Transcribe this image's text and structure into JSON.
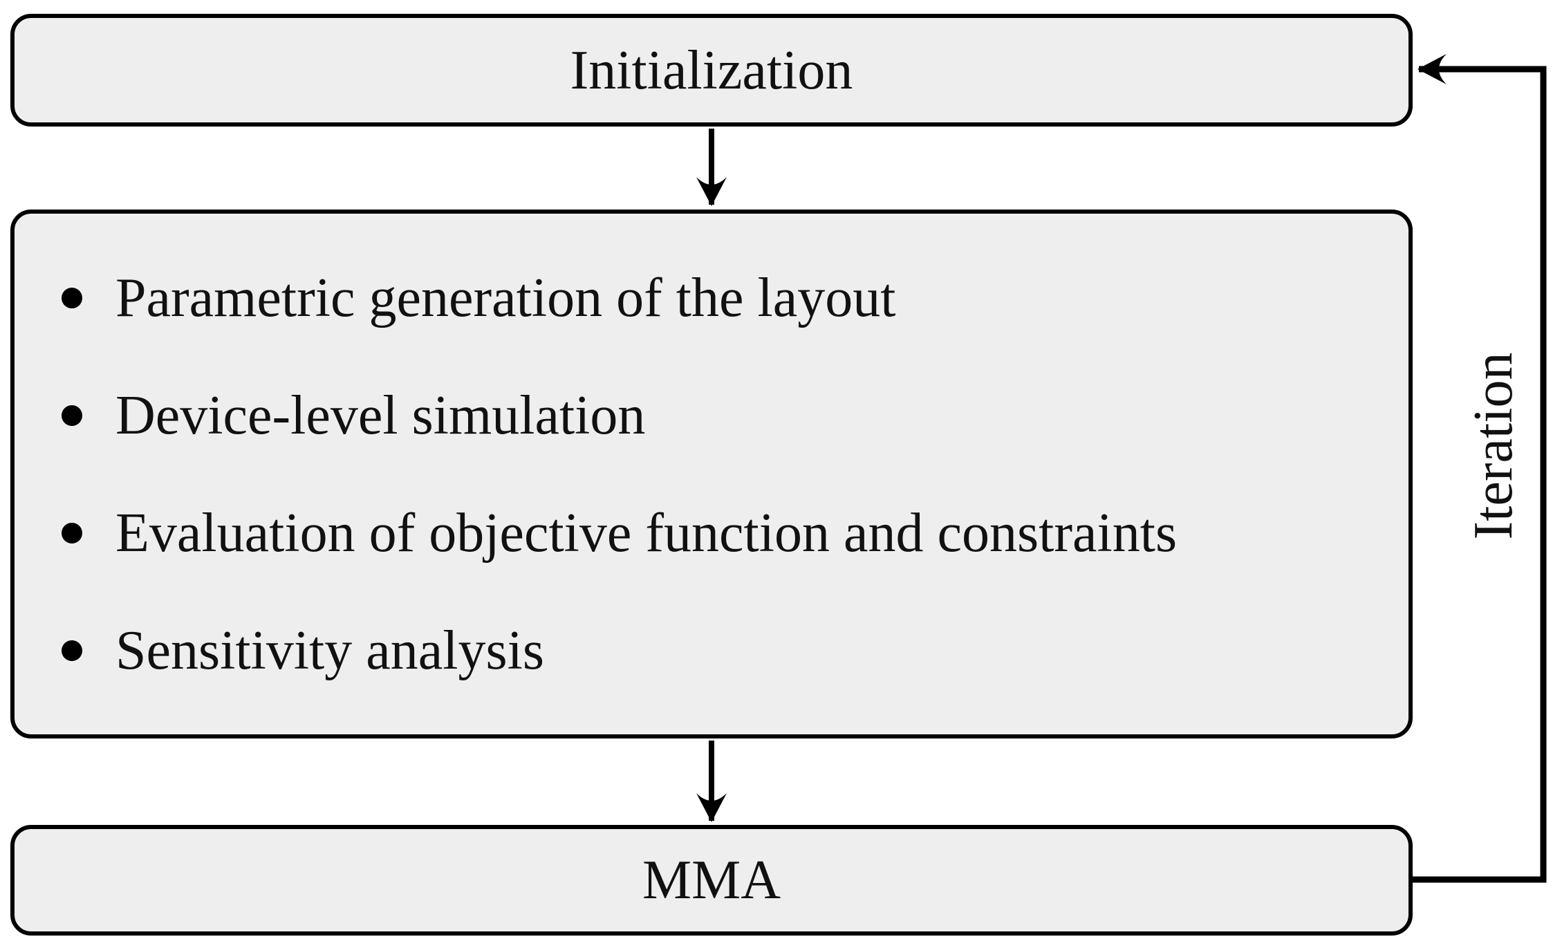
{
  "diagram": {
    "init_label": "Initialization",
    "steps": [
      {
        "label": "Parametric generation of the layout"
      },
      {
        "label": "Device-level simulation"
      },
      {
        "label": "Evaluation of objective function and constraints"
      },
      {
        "label": "Sensitivity analysis"
      }
    ],
    "mma_label": "MMA",
    "iteration_label": "Iteration",
    "colors": {
      "box_fill": "#eeeeee",
      "stroke": "#000000",
      "background": "#ffffff",
      "text": "#111111"
    }
  }
}
